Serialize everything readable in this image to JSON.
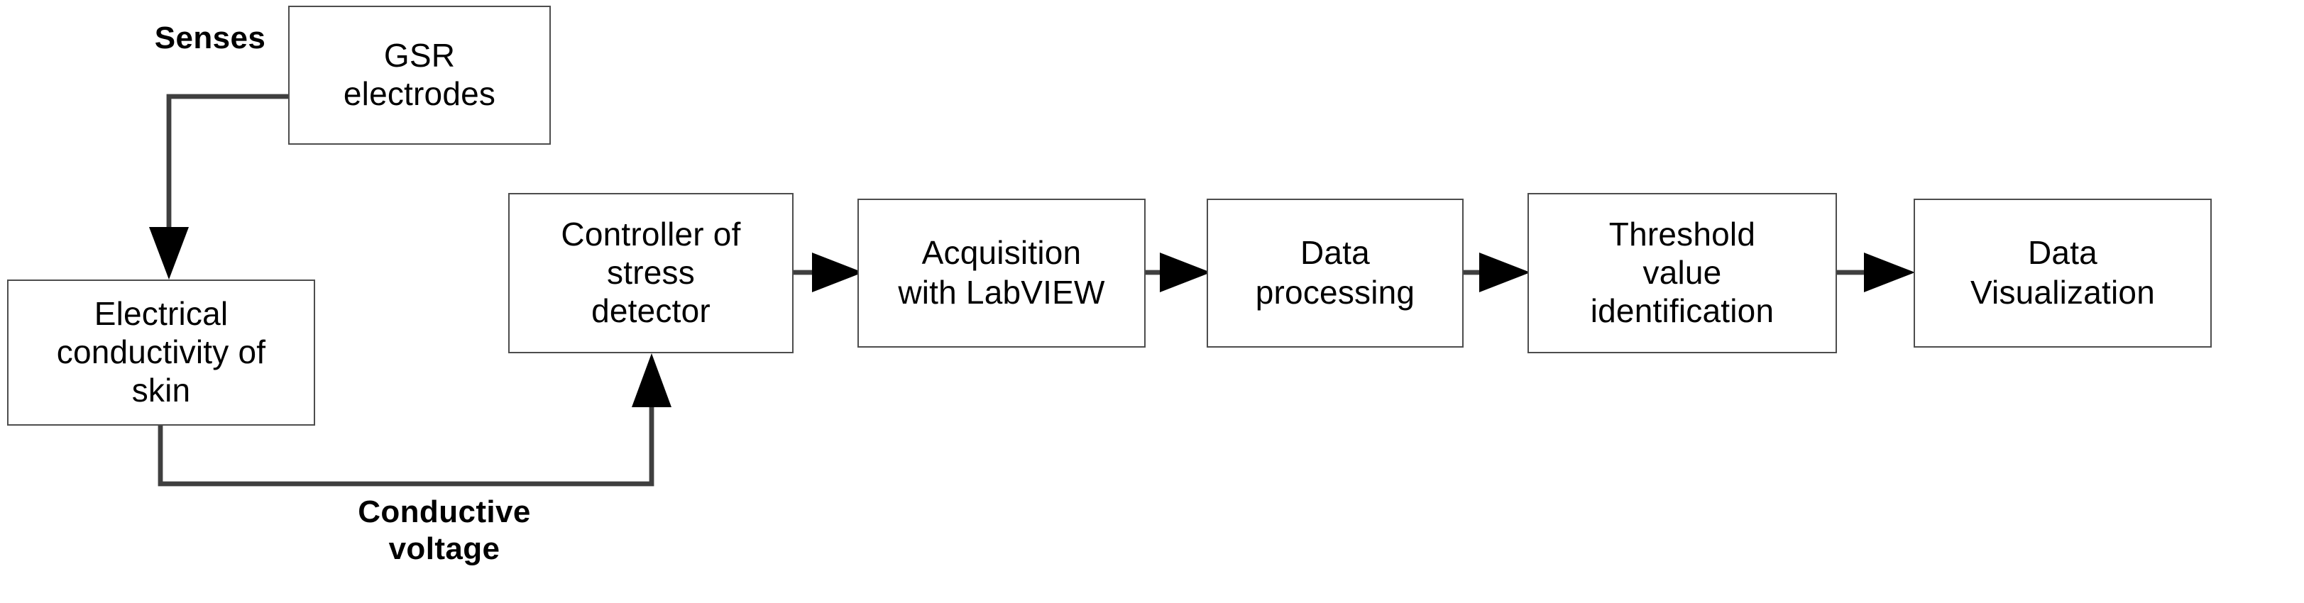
{
  "diagram": {
    "title": "GSR stress detection signal flow",
    "background_color": "#ffffff",
    "box_border_color": "#4d4d4d",
    "line_color": "#3f3f3f",
    "text_color": "#000000",
    "nodes": [
      {
        "id": "gsr-electrodes",
        "label": "GSR\nelectrodes"
      },
      {
        "id": "electrical-conductivity",
        "label": "Electrical\nconductivity of\nskin"
      },
      {
        "id": "controller",
        "label": "Controller of\nstress\ndetector"
      },
      {
        "id": "acquisition",
        "label": "Acquisition\nwith LabVIEW"
      },
      {
        "id": "data-processing",
        "label": "Data\nprocessing"
      },
      {
        "id": "threshold",
        "label": "Threshold\nvalue\nidentification"
      },
      {
        "id": "data-visualization",
        "label": "Data\nVisualization"
      }
    ],
    "edge_labels": [
      {
        "id": "senses",
        "label": "Senses"
      },
      {
        "id": "conductive-voltage",
        "label": "Conductive\nvoltage"
      }
    ],
    "connections": [
      {
        "from": "gsr-electrodes",
        "to": "electrical-conductivity",
        "label": "Senses"
      },
      {
        "from": "electrical-conductivity",
        "to": "controller",
        "label": "Conductive voltage"
      },
      {
        "from": "controller",
        "to": "acquisition",
        "label": ""
      },
      {
        "from": "acquisition",
        "to": "data-processing",
        "label": ""
      },
      {
        "from": "data-processing",
        "to": "threshold",
        "label": ""
      },
      {
        "from": "threshold",
        "to": "data-visualization",
        "label": ""
      }
    ]
  }
}
